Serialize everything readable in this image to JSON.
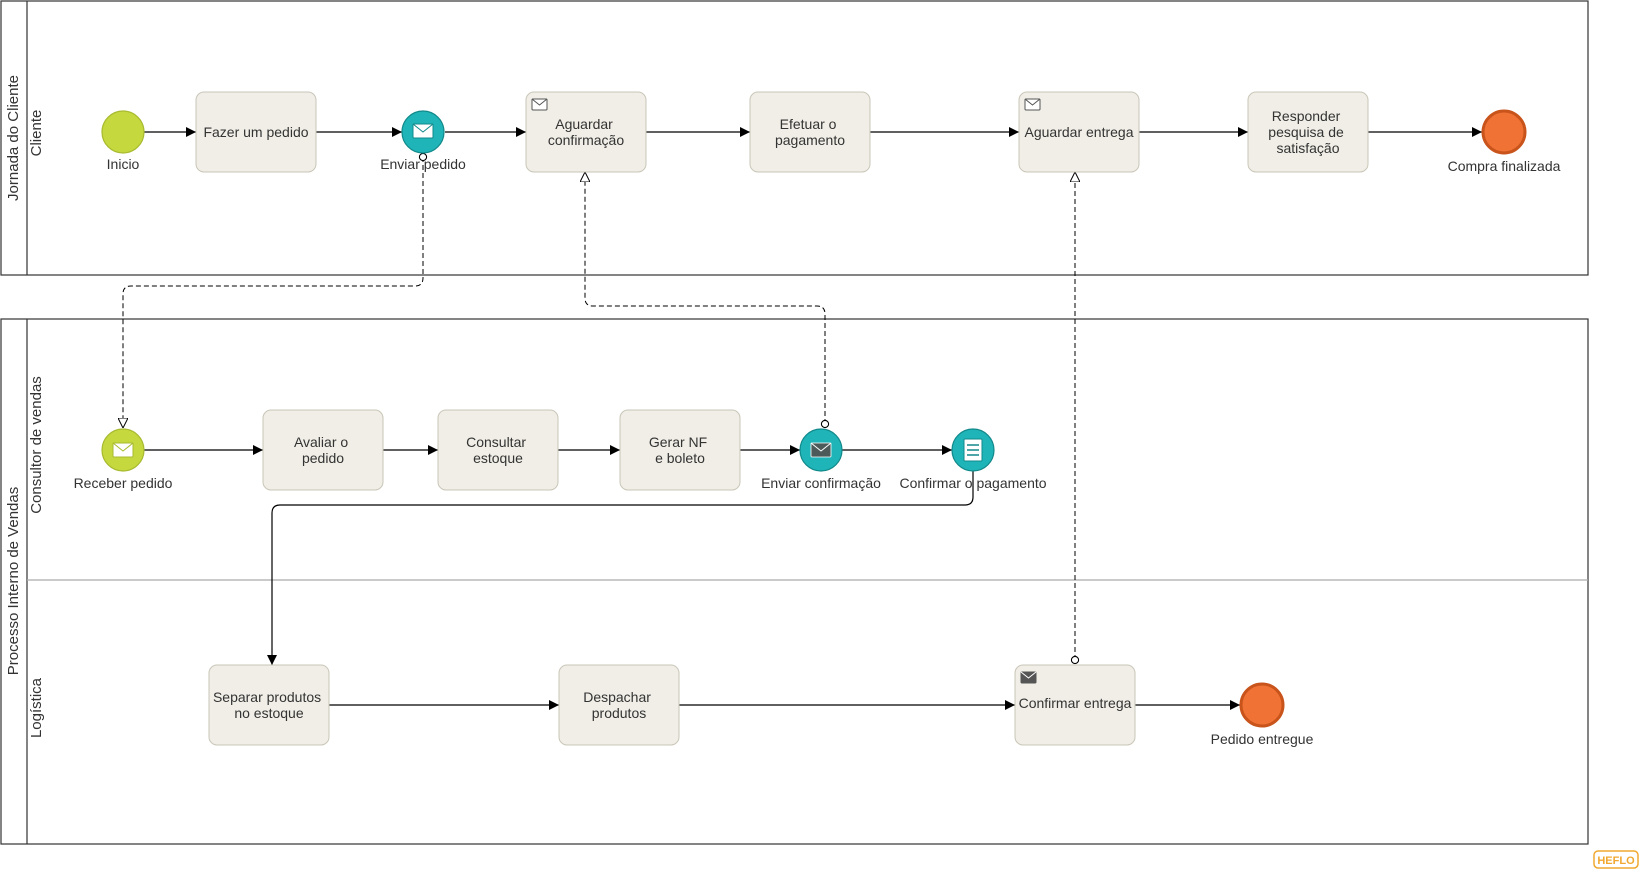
{
  "pools": {
    "customer": {
      "title": "Jornada do Cliente",
      "lane": "Cliente"
    },
    "sales": {
      "title": "Processo Interno de Vendas",
      "lane_consultant": "Consultor de vendas",
      "lane_logistics": "Logística"
    }
  },
  "events": {
    "inicio": "Inicio",
    "enviar_pedido": "Enviar pedido",
    "compra_finalizada": "Compra finalizada",
    "receber_pedido": "Receber pedido",
    "enviar_confirmacao": "Enviar confirmação",
    "confirmar_pagamento": "Confirmar o pagamento",
    "pedido_entregue": "Pedido entregue"
  },
  "tasks": {
    "fazer_pedido": [
      "Fazer um pedido"
    ],
    "aguardar_confirmacao": [
      "Aguardar",
      "confirmação"
    ],
    "efetuar_pagamento": [
      "Efetuar o",
      "pagamento"
    ],
    "aguardar_entrega": [
      "Aguardar entrega"
    ],
    "responder_pesquisa": [
      "Responder",
      "pesquisa de",
      "satisfação"
    ],
    "avaliar_pedido": [
      "Avaliar o",
      "pedido"
    ],
    "consultar_estoque": [
      "Consultar",
      "estoque"
    ],
    "gerar_nf": [
      "Gerar NF",
      "e boleto"
    ],
    "separar_produtos": [
      "Separar produtos",
      "no estoque"
    ],
    "despachar_produtos": [
      "Despachar",
      "produtos"
    ],
    "confirmar_entrega": [
      "Confirmar entrega"
    ]
  },
  "logo": "HEFLO",
  "colors": {
    "start_event": "#c5d83e",
    "end_event": "#f07234",
    "end_event_border": "#c8541c",
    "intermediate_event": "#1fb5b8",
    "intermediate_event_border": "#12898b",
    "task_fill": "#f0eee6",
    "task_border": "#c9c6b8",
    "logo": "#f0a830"
  }
}
